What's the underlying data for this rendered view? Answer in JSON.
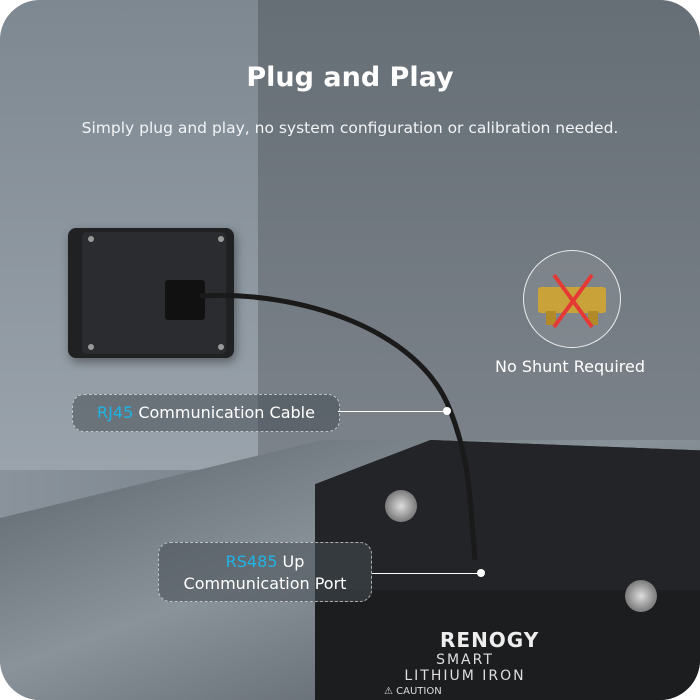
{
  "header": {
    "title": "Plug and Play",
    "subtitle": "Simply plug and play, no system configuration or calibration needed."
  },
  "badge": {
    "label": "No Shunt Required",
    "icon": "crossed-out-shunt-icon",
    "cross_color": "#e53935"
  },
  "callouts": [
    {
      "highlight": "RJ45",
      "text": " Communication Cable"
    },
    {
      "highlight": "RS485",
      "text_line1": " Up",
      "text_line2": "Communication Port"
    }
  ],
  "product": {
    "brand": "RENOGY",
    "line1": "SMART",
    "line2": "LITHIUM IRON",
    "caution": "CAUTION"
  },
  "colors": {
    "accent": "#1fb4e6"
  }
}
